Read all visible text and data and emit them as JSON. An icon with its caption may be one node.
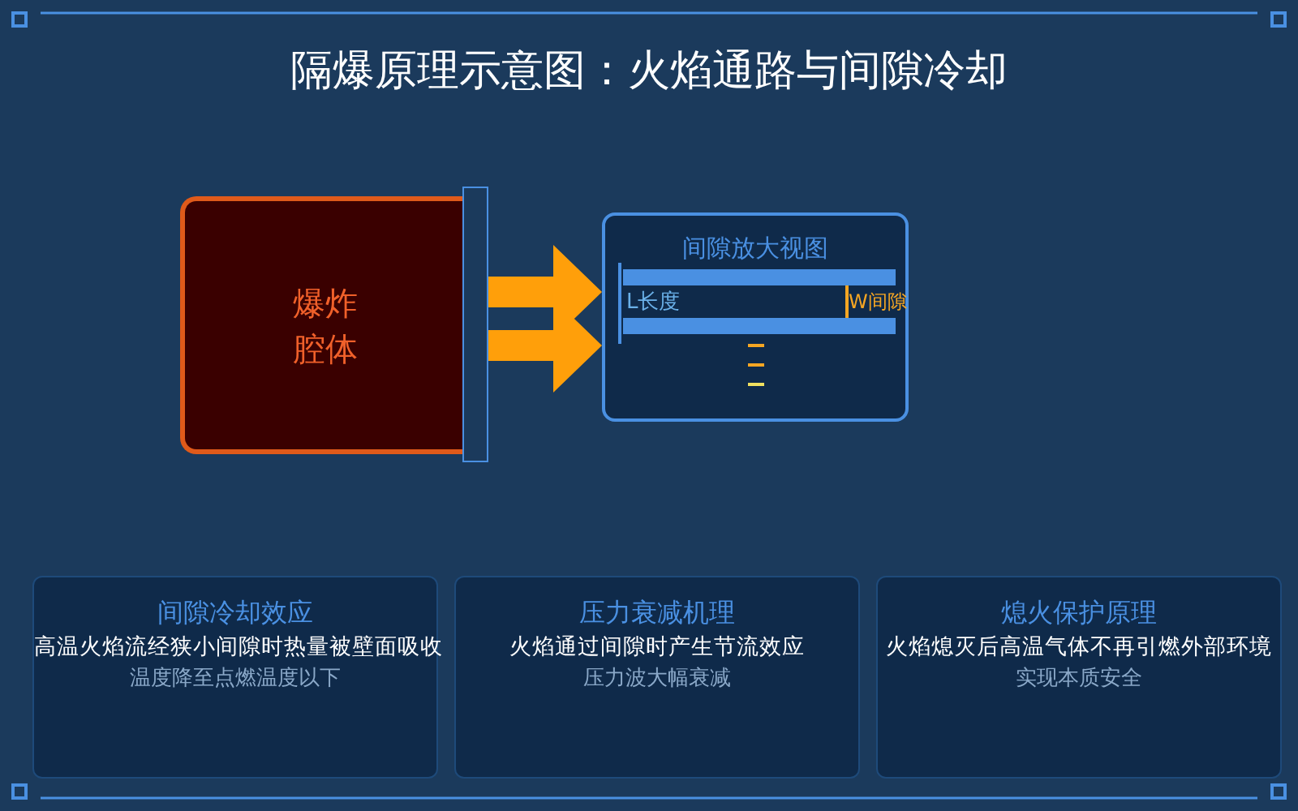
{
  "diagram": {
    "title": "隔爆原理示意图：火焰通路与间隙冷却",
    "nodes": [
      {
        "text": [
          "爆炸腔体"
        ]
      },
      {
        "text": [],
        "shape": "bar"
      },
      {
        "text": [
          "间隙放大视图"
        ]
      },
      {
        "text": [
          "间隙冷却效应",
          "高温火焰流经狭小间隙时热量被壁面吸收",
          "温度降至点燃温度以下"
        ]
      },
      {
        "text": [
          "压力衰减机理",
          "火焰通过间隙时产生节流效应",
          "压力波大幅衰减"
        ]
      },
      {
        "text": [
          "熄火保护原理",
          "火焰熄灭后高温气体不再引燃外部环境",
          "实现本质安全"
        ]
      }
    ],
    "edges": [
      {
        "from": 1,
        "to": 2,
        "arrow": "to"
      },
      {
        "from": 1,
        "to": 2,
        "arrow": "to"
      }
    ],
    "labels": [
      "L长度",
      "W间隙"
    ]
  }
}
